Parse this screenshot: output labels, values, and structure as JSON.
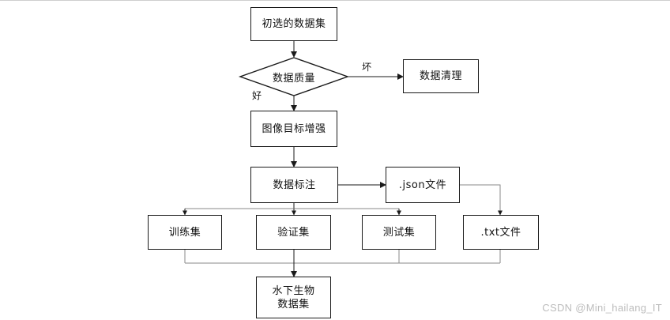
{
  "nodes": {
    "initial_dataset": "初选的数据集",
    "data_quality": "数据质量",
    "data_cleaning": "数据清理",
    "image_enhancement": "图像目标增强",
    "data_annotation": "数据标注",
    "json_file": ".json文件",
    "txt_file": ".txt文件",
    "train_set": "训练集",
    "val_set": "验证集",
    "test_set": "测试集",
    "final_dataset_line1": "水下生物",
    "final_dataset_line2": "数据集"
  },
  "edge_labels": {
    "bad": "坏",
    "good": "好"
  },
  "watermark": "CSDN @Mini_hailang_IT",
  "colors": {
    "stroke": "#1a1a1a",
    "connector": "#8a8a8a",
    "watermark": "#bdbdbd"
  }
}
